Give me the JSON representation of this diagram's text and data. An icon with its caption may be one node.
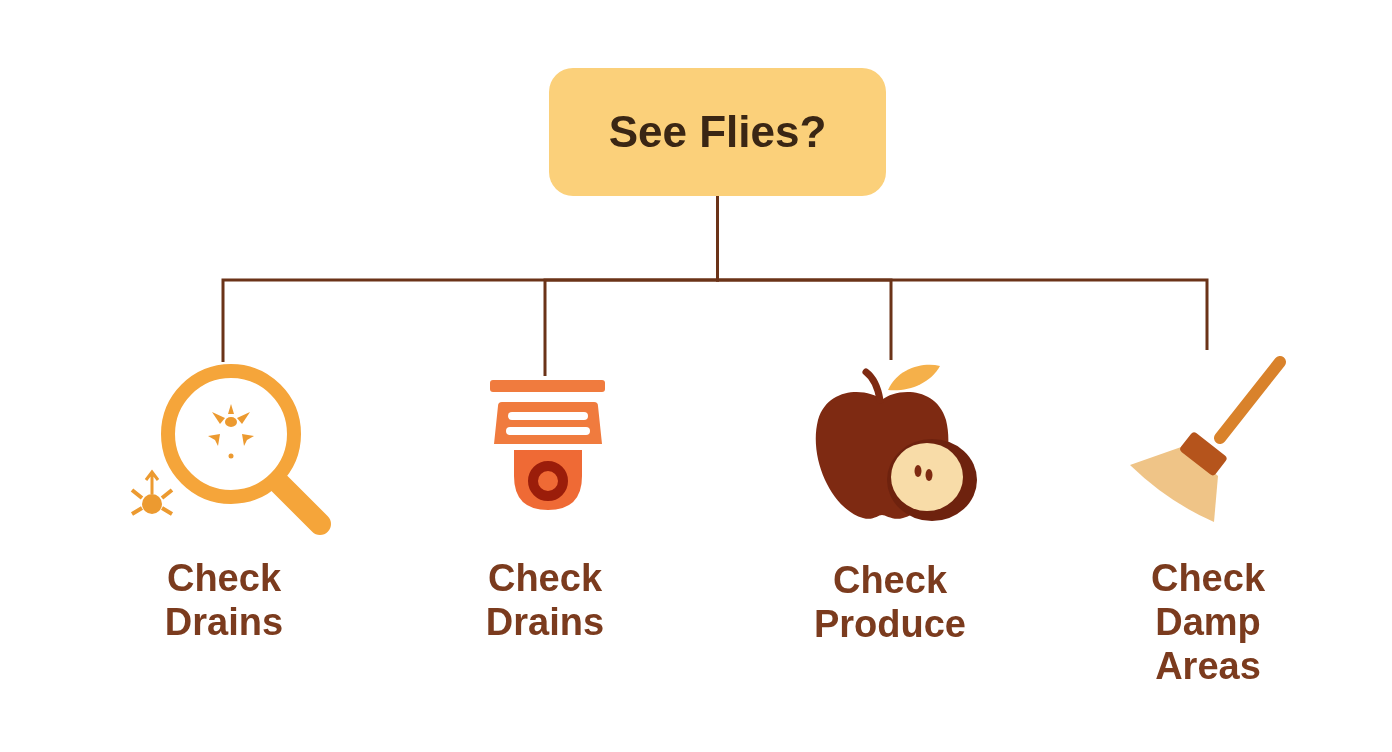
{
  "diagram": {
    "nodes": [
      {
        "text": [
          "See Flies?"
        ]
      },
      {
        "text": [],
        "shape": "picture",
        "beside": [
          "Check Drains"
        ]
      },
      {
        "text": [],
        "shape": "picture",
        "beside": [
          "Check Drains"
        ]
      },
      {
        "text": [],
        "shape": "picture",
        "beside": [
          "Check Produce"
        ]
      },
      {
        "text": [],
        "shape": "picture",
        "beside": [
          "Check Damp Areas"
        ]
      }
    ],
    "edges": [
      {
        "from": 0,
        "to": 1,
        "arrow": "none"
      },
      {
        "from": 0,
        "to": 2,
        "arrow": "none"
      },
      {
        "from": 0,
        "to": 3,
        "arrow": "none"
      },
      {
        "from": 0,
        "to": 4,
        "arrow": "none"
      }
    ]
  }
}
